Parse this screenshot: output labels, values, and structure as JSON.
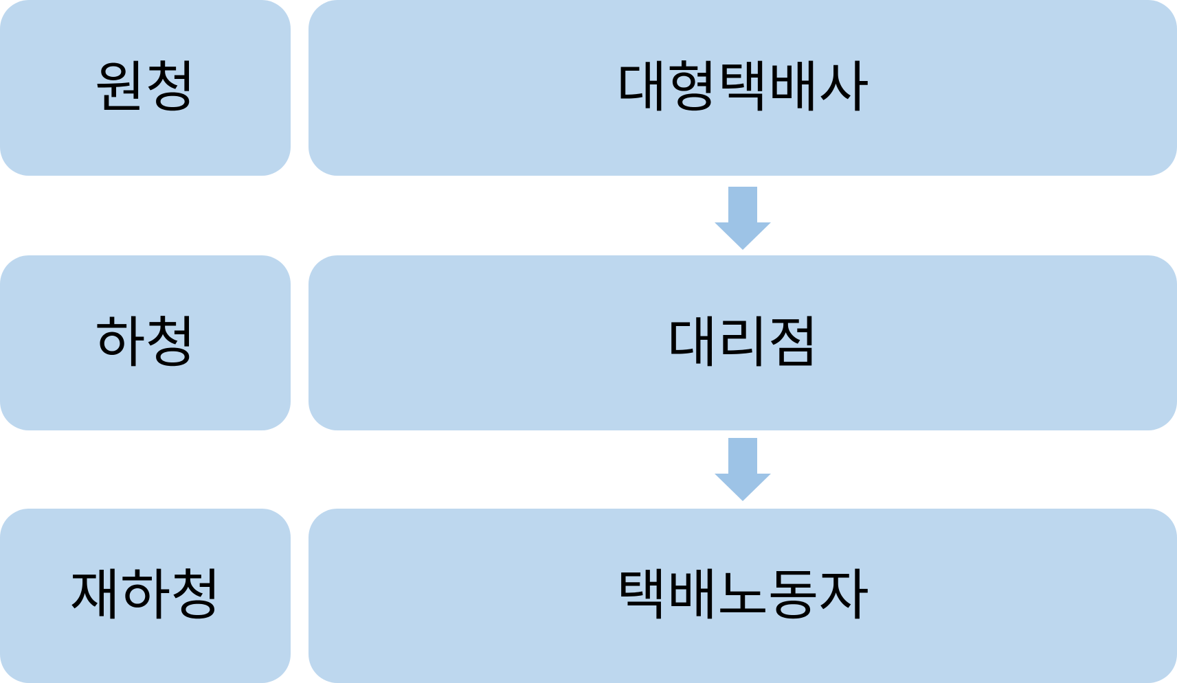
{
  "colors": {
    "box_fill": "#bdd7ee",
    "arrow_fill": "#9dc3e6",
    "text": "#000000"
  },
  "rows": [
    {
      "level": "원청",
      "entity": "대형택배사"
    },
    {
      "level": "하청",
      "entity": "대리점"
    },
    {
      "level": "재하청",
      "entity": "택배노동자"
    }
  ],
  "arrows": [
    {
      "from": "대형택배사",
      "to": "대리점",
      "icon": "arrow-down-icon"
    },
    {
      "from": "대리점",
      "to": "택배노동자",
      "icon": "arrow-down-icon"
    }
  ]
}
